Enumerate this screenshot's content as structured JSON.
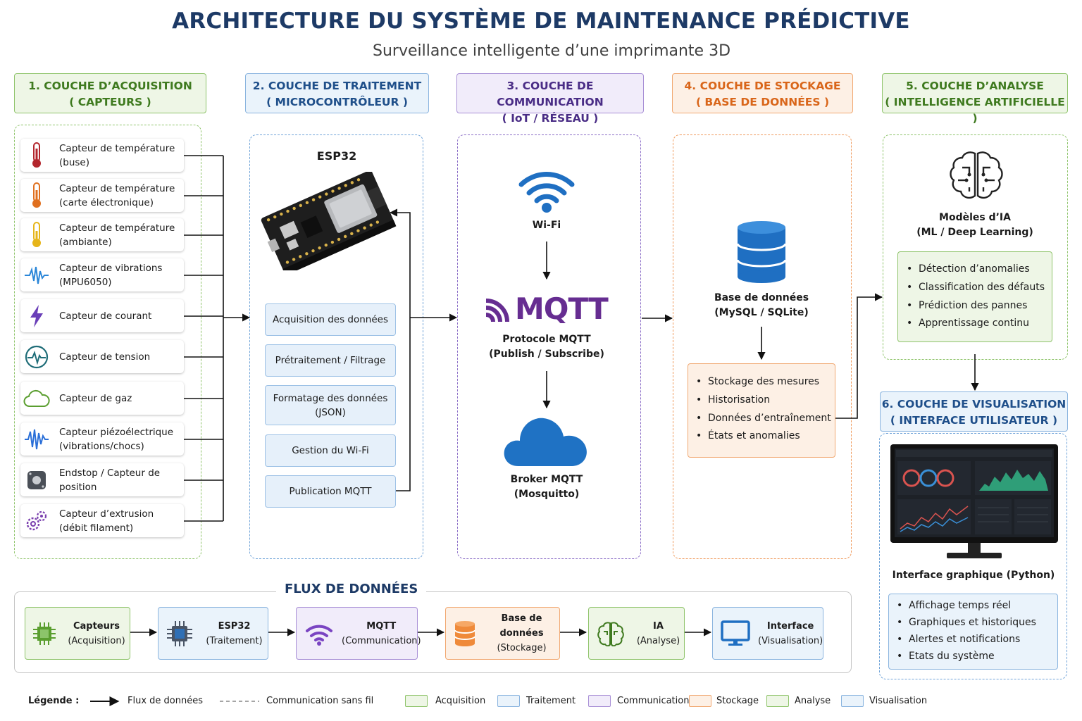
{
  "title": "ARCHITECTURE DU SYSTÈME DE MAINTENANCE PRÉDICTIVE",
  "subtitle": "Surveillance intelligente d’une imprimante 3D",
  "layers": [
    {
      "line1": "1. COUCHE D’ACQUISITION",
      "line2": "( CAPTEURS )",
      "color": "#3f7a1f",
      "border": "#8fc46b",
      "bg": "#eef6e6"
    },
    {
      "line1": "2. COUCHE DE TRAITEMENT",
      "line2": "( MICROCONTRÔLEUR )",
      "color": "#1f4f8a",
      "border": "#8ab4df",
      "bg": "#eaf3fb"
    },
    {
      "line1": "3. COUCHE DE COMMUNICATION",
      "line2": "( IoT / RÉSEAU )",
      "color": "#4a2d86",
      "border": "#a88fd6",
      "bg": "#f1ecfa"
    },
    {
      "line1": "4. COUCHE DE STOCKAGE",
      "line2": "( BASE DE DONNÉES )",
      "color": "#d9661a",
      "border": "#f1a871",
      "bg": "#fdf0e5"
    },
    {
      "line1": "5. COUCHE D’ANALYSE",
      "line2": "( INTELLIGENCE ARTIFICIELLE )",
      "color": "#3f7a1f",
      "border": "#8fc46b",
      "bg": "#eef6e6"
    },
    {
      "line1": "6. COUCHE DE VISUALISATION",
      "line2": "( INTERFACE UTILISATEUR )",
      "color": "#1f4f8a",
      "border": "#8ab4df",
      "bg": "#eaf3fb"
    }
  ],
  "sensors": [
    {
      "label": "Capteur de température\n(buse)",
      "icon": "thermometer-red-icon"
    },
    {
      "label": "Capteur de température\n(carte électronique)",
      "icon": "thermometer-orange-icon"
    },
    {
      "label": "Capteur de température\n(ambiante)",
      "icon": "thermometer-yellow-icon"
    },
    {
      "label": "Capteur de vibrations\n(MPU6050)",
      "icon": "vibration-wave-icon"
    },
    {
      "label": "Capteur de courant",
      "icon": "lightning-icon"
    },
    {
      "label": "Capteur de tension",
      "icon": "voltage-pulse-icon"
    },
    {
      "label": "Capteur de gaz",
      "icon": "cloud-gas-icon"
    },
    {
      "label": "Capteur piézoélectrique\n(vibrations/chocs)",
      "icon": "piezo-wave-icon"
    },
    {
      "label": "Endstop / Capteur de\nposition",
      "icon": "endstop-switch-icon"
    },
    {
      "label": "Capteur d’extrusion\n(débit filament)",
      "icon": "gears-icon"
    }
  ],
  "processing": {
    "title": "ESP32",
    "steps": [
      "Acquisition des données",
      "Prétraitement / Filtrage",
      "Formatage des données\n(JSON)",
      "Gestion du Wi-Fi",
      "Publication MQTT"
    ]
  },
  "communication": {
    "wifi": "Wi-Fi",
    "mqtt_logo": "MQTT",
    "protocol": "Protocole MQTT\n(Publish / Subscribe)",
    "broker": "Broker MQTT\n(Mosquitto)"
  },
  "storage": {
    "db": "Base de données\n(MySQL / SQLite)",
    "items": [
      "Stockage des mesures",
      "Historisation",
      "Données d’entraînement",
      "États et anomalies"
    ]
  },
  "analysis": {
    "models": "Modèles d’IA\n(ML / Deep Learning)",
    "items": [
      "Détection d’anomalies",
      "Classification des défauts",
      "Prédiction des pannes",
      "Apprentissage continu"
    ]
  },
  "visualization": {
    "label": "Interface graphique (Python)",
    "items": [
      "Affichage temps réel",
      "Graphiques et historiques",
      "Alertes et notifications",
      "Etats du système"
    ]
  },
  "flow": {
    "title": "FLUX DE DONNÉES",
    "steps": [
      {
        "name": "Capteurs",
        "sub": "(Acquisition)",
        "icon": "chip-green-icon"
      },
      {
        "name": "ESP32",
        "sub": "(Traitement)",
        "icon": "chip-blue-icon"
      },
      {
        "name": "MQTT",
        "sub": "(Communication)",
        "icon": "wifi-purple-icon"
      },
      {
        "name": "Base de données",
        "sub": "(Stockage)",
        "icon": "database-orange-icon"
      },
      {
        "name": "IA",
        "sub": "(Analyse)",
        "icon": "brain-green-icon"
      },
      {
        "name": "Interface",
        "sub": "(Visualisation)",
        "icon": "monitor-blue-icon"
      }
    ]
  },
  "legend": {
    "title": "Légende :",
    "flow": "Flux de données",
    "wireless": "Communication sans fil",
    "swatches": [
      {
        "label": "Acquisition",
        "bg": "#eef6e6",
        "border": "#8fc46b"
      },
      {
        "label": "Traitement",
        "bg": "#eaf3fb",
        "border": "#8ab4df"
      },
      {
        "label": "Communication",
        "bg": "#f1ecfa",
        "border": "#a88fd6"
      },
      {
        "label": "Stockage",
        "bg": "#fdf0e5",
        "border": "#f1a871"
      },
      {
        "label": "Analyse",
        "bg": "#eef6e6",
        "border": "#8fc46b"
      },
      {
        "label": "Visualisation",
        "bg": "#eaf3fb",
        "border": "#8ab4df"
      }
    ]
  }
}
